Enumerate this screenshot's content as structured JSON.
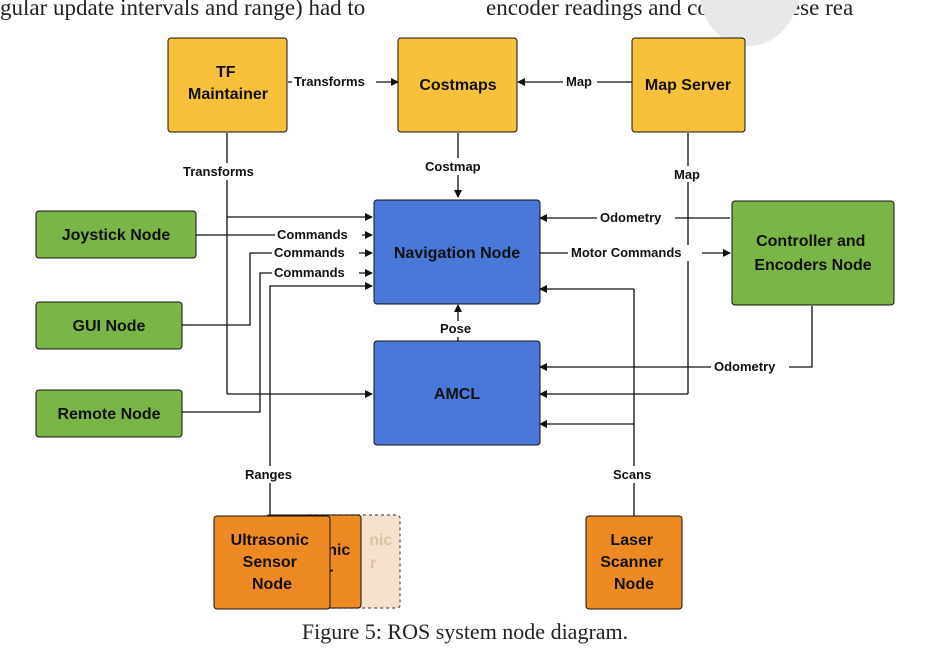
{
  "top_text": {
    "left": "gular update intervals and range) had to",
    "right": "encoder readings and compare these rea"
  },
  "caption": "Figure 5: ROS system node diagram.",
  "colors": {
    "yellow": "#f8c13b",
    "blue": "#4a78d8",
    "green": "#7ab547",
    "orange": "#ee8a24",
    "ghost_orange": "#f8e1cc"
  },
  "nodes": {
    "tf_maintainer": [
      "TF",
      "Maintainer"
    ],
    "costmaps": [
      "Costmaps"
    ],
    "map_server": [
      "Map Server"
    ],
    "joystick": [
      "Joystick Node"
    ],
    "gui": [
      "GUI Node"
    ],
    "remote": [
      "Remote Node"
    ],
    "navigation": [
      "Navigation Node"
    ],
    "amcl": [
      "AMCL"
    ],
    "controller": [
      "Controller and",
      "Encoders Node"
    ],
    "ultrasonic": [
      "Ultrasonic",
      "Sensor",
      "Node"
    ],
    "ultrasonic_back1": [
      "nic",
      "r"
    ],
    "ultrasonic_back2": [
      "nic",
      "r"
    ],
    "laser": [
      "Laser",
      "Scanner",
      "Node"
    ]
  },
  "edges": {
    "transforms_top": "Transforms",
    "map_top": "Map",
    "transforms_left": "Transforms",
    "costmap": "Costmap",
    "map_right": "Map",
    "odometry_nav": "Odometry",
    "commands_1": "Commands",
    "commands_2": "Commands",
    "commands_3": "Commands",
    "motor_commands": "Motor Commands",
    "pose": "Pose",
    "odometry_amcl": "Odometry",
    "ranges": "Ranges",
    "scans": "Scans"
  }
}
